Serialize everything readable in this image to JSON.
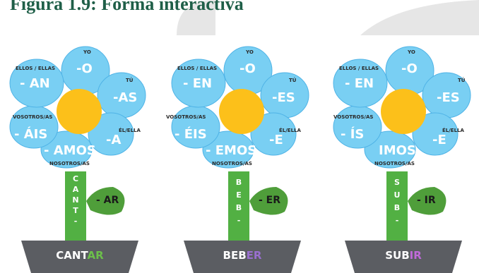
{
  "title": "Figura 1.9: Forma interactiva",
  "colors": {
    "title": "#1f5f48",
    "petal": "#79cff3",
    "petal_outline": "#4fb3e6",
    "center": "#fcc01a",
    "stem": "#52b043",
    "leaf": "#4f9e3a",
    "pot": "#5b5d62",
    "ar_highlight": "#6cc04a",
    "er_highlight": "#9a6fd0",
    "ir_highlight": "#c06ad9"
  },
  "pronouns": {
    "yo": "YO",
    "tu": "TÚ",
    "el_ella": "ÉL/ELLA",
    "nosotros": "NOSOTROS/AS",
    "vosotros": "VOSOTROS/AS",
    "ellos": "ELLOS / ELLAS"
  },
  "flowers": [
    {
      "endings": {
        "yo": "-O",
        "tu": "-AS",
        "el": "-A",
        "nosotros": "- AMOS",
        "vosotros": "- ÁIS",
        "ellos": "- AN"
      },
      "stem_letters": "C\nA\nN\nT\n-",
      "leaf": "- AR",
      "verb_stem": "CANT",
      "verb_ending": "AR"
    },
    {
      "endings": {
        "yo": "-O",
        "tu": "-ES",
        "el": "-E",
        "nosotros": "- EMOS",
        "vosotros": "- ÉIS",
        "ellos": "- EN"
      },
      "stem_letters": "B\nE\nB\n-",
      "leaf": "- ER",
      "verb_stem": "BEB",
      "verb_ending": "ER"
    },
    {
      "endings": {
        "yo": "-O",
        "tu": "-ES",
        "el": "-E",
        "nosotros": "IMOS",
        "vosotros": "- ÍS",
        "ellos": "- EN"
      },
      "stem_letters": "S\nU\nB\n-",
      "leaf": "- IR",
      "verb_stem": "SUB",
      "verb_ending": "IR"
    }
  ]
}
